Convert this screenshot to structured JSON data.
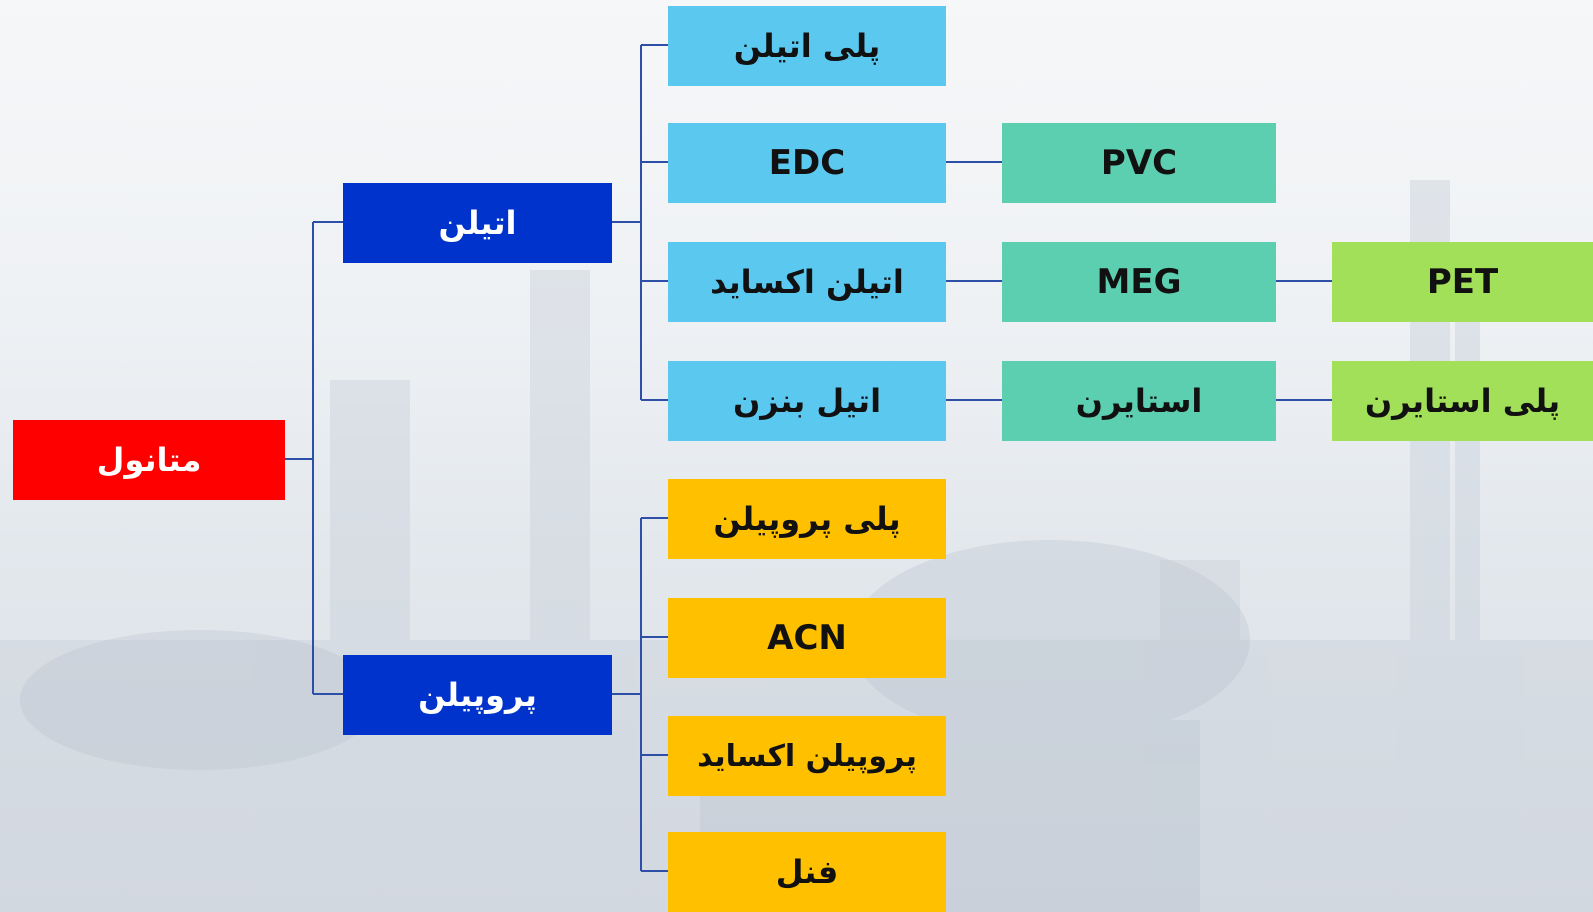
{
  "colors": {
    "root": "#ff0000",
    "level1": "#0033cc",
    "ethylene_products": "#5bc8f0",
    "second_stage": "#5ccfb0",
    "third_stage": "#a3e05a",
    "propylene_products": "#ffc000",
    "connector": "#2e4fa8"
  },
  "root": {
    "label": "متانول"
  },
  "level1": {
    "ethylene": {
      "label": "اتیلن"
    },
    "propylene": {
      "label": "پروپیلن"
    }
  },
  "ethylene_products": [
    {
      "label": "پلی اتیلن"
    },
    {
      "label": "EDC"
    },
    {
      "label": "اتیلن اکساید"
    },
    {
      "label": "اتیل بنزن"
    }
  ],
  "second_stage": {
    "pvc": {
      "label": "PVC"
    },
    "meg": {
      "label": "MEG"
    },
    "styrene": {
      "label": "استایرن"
    }
  },
  "third_stage": {
    "pet": {
      "label": "PET"
    },
    "polystyrene": {
      "label": "پلی استایرن"
    }
  },
  "propylene_products": [
    {
      "label": "پلی پروپیلن"
    },
    {
      "label": "ACN"
    },
    {
      "label": "پروپیلن اکساید"
    },
    {
      "label": "فنل"
    }
  ]
}
